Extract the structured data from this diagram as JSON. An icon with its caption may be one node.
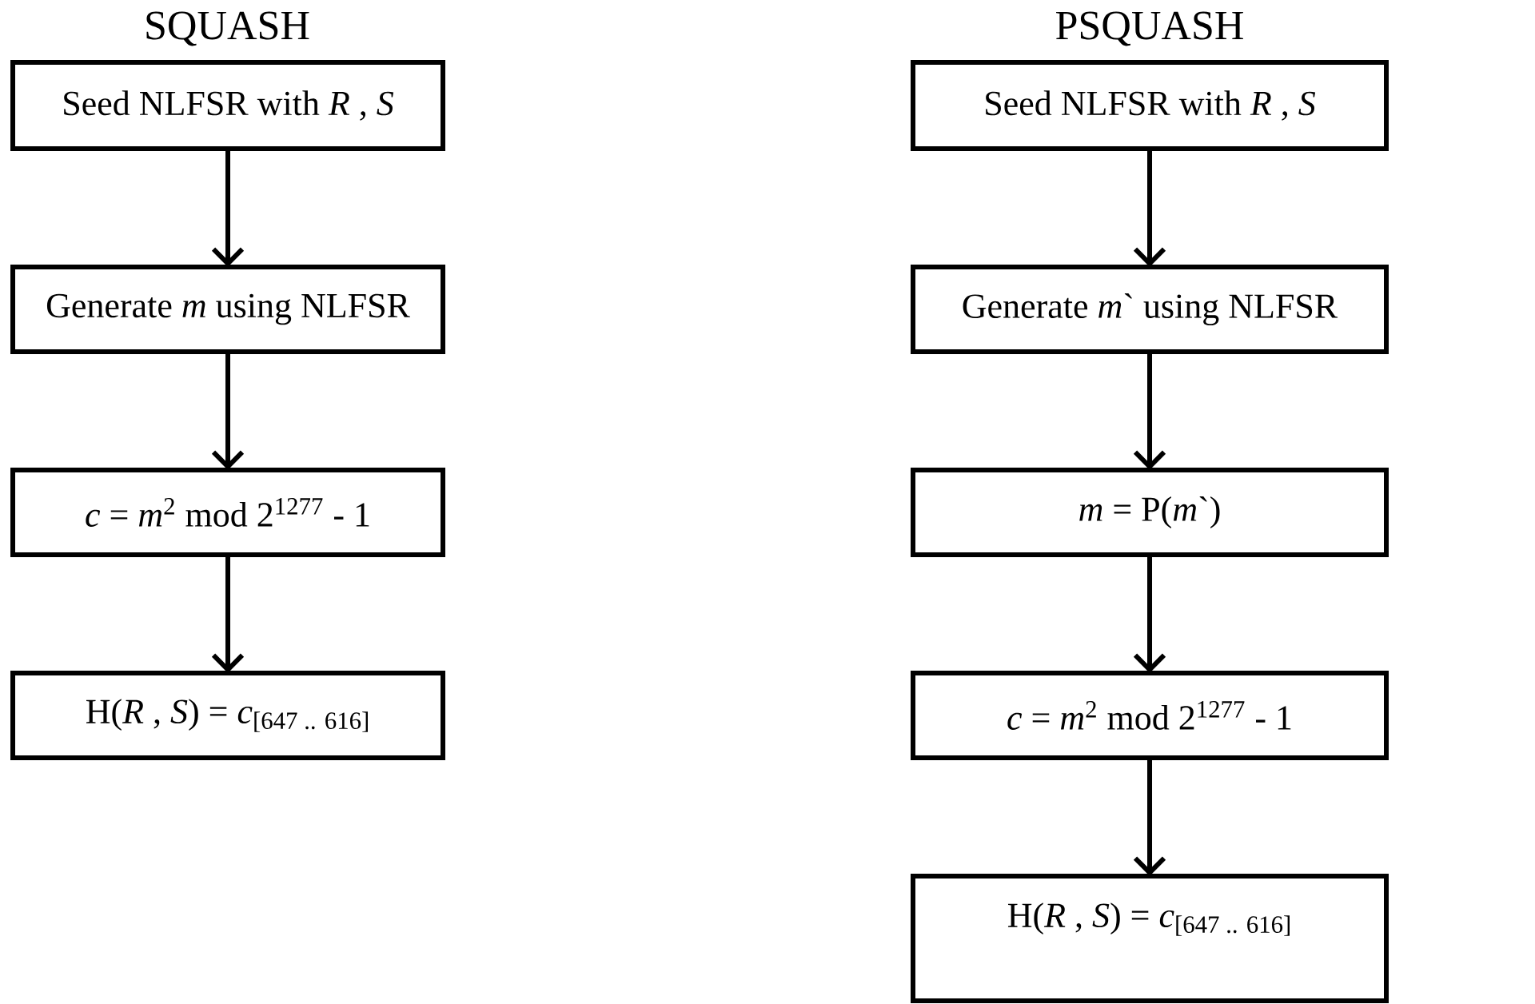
{
  "diagram": {
    "nodes": [
      {
        "text": [
          "Seed NLFSR with *R* , *S*"
        ]
      },
      {
        "text": [
          "Generate *m* using NLFSR"
        ]
      },
      {
        "text": [
          "*c* = *m*$^{2}$ mod 2$^{1277}$ - 1"
        ]
      },
      {
        "text": [
          "H(*R* , *S*) = *c*$_{[647 .. 616]}$"
        ]
      },
      {
        "text": [
          "Seed NLFSR with *R* , *S*"
        ]
      },
      {
        "text": [
          "Generate *m*` using NLFSR"
        ]
      },
      {
        "text": [
          "*m* = P(*m*`)"
        ]
      },
      {
        "text": [
          "*c* = *m*$^{2}$ mod 2$^{1277}$ - 1"
        ]
      },
      {
        "text": [
          "H(*R* , *S*) = *c*$_{[647 .. 616]}$"
        ]
      }
    ],
    "edges": [
      {
        "from": 0,
        "to": 1,
        "arrow": "to"
      },
      {
        "from": 1,
        "to": 2,
        "arrow": "to"
      },
      {
        "from": 2,
        "to": 3,
        "arrow": "to"
      },
      {
        "from": 4,
        "to": 5,
        "arrow": "to"
      },
      {
        "from": 5,
        "to": 6,
        "arrow": "to"
      },
      {
        "from": 6,
        "to": 7,
        "arrow": "to"
      },
      {
        "from": 7,
        "to": 8,
        "arrow": "to"
      }
    ],
    "labels": [
      "SQUASH",
      "PSQUASH"
    ]
  }
}
